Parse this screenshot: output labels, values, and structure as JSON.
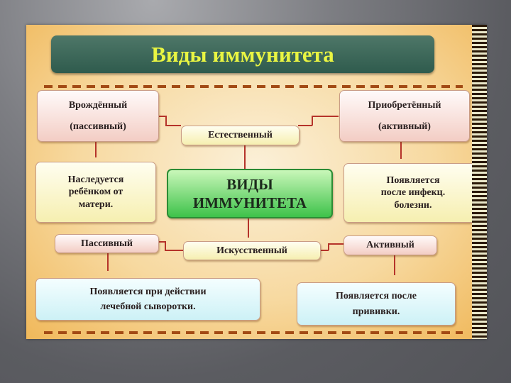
{
  "title": "Виды иммунитета",
  "center": {
    "line1": "ВИДЫ",
    "line2": "ИММУНИТЕТА"
  },
  "natural": "Естественный",
  "artificial": "Искусственный",
  "innate": {
    "line1": "Врождённый",
    "line2": "(пассивный)"
  },
  "acquired": {
    "line1": "Приобретённый",
    "line2": "(активный)"
  },
  "inherited": {
    "line1": "Наследуется",
    "line2": "ребёнком от",
    "line3": "матери."
  },
  "after_infection": {
    "line1": "Появляется",
    "line2": "после инфекц.",
    "line3": "болезни."
  },
  "passive": "Пассивный",
  "active": "Активный",
  "serum": {
    "line1": "Появляется при действии",
    "line2": "лечебной сыворотки."
  },
  "vaccine": {
    "line1": "Появляется после",
    "line2": "прививки."
  },
  "colors": {
    "title_text": "#e9f542",
    "title_bg": "#3a6657",
    "arrow": "#b5332a",
    "center": "#3ec24a"
  }
}
